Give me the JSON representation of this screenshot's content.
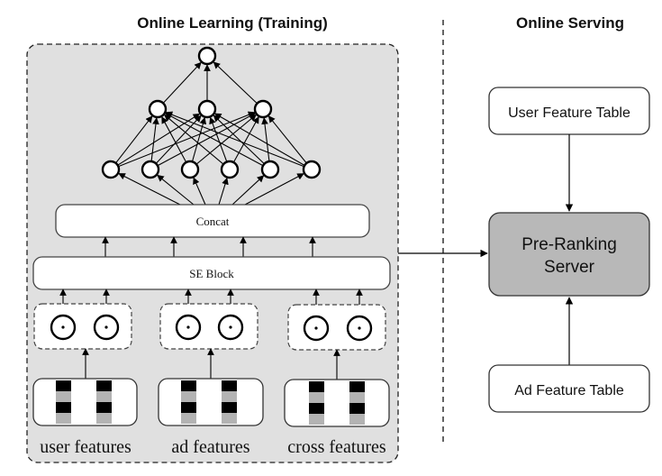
{
  "sections": {
    "training_title": "Online Learning (Training)",
    "serving_title": "Online Serving"
  },
  "training": {
    "concat_label": "Concat",
    "se_block_label": "SE Block",
    "network": {
      "layers": [
        1,
        3,
        6
      ],
      "description": "fully connected layers above Concat"
    },
    "feature_groups": [
      {
        "label": "user features",
        "embedding_count": 2,
        "bar_count": 2
      },
      {
        "label": "ad features",
        "embedding_count": 2,
        "bar_count": 2
      },
      {
        "label": "cross features",
        "embedding_count": 2,
        "bar_count": 2
      }
    ]
  },
  "serving": {
    "user_table_label": "User Feature Table",
    "server_label_line1": "Pre-Ranking",
    "server_label_line2": "Server",
    "ad_table_label": "Ad Feature Table"
  },
  "colors": {
    "panel_fill": "#e0e0e0",
    "server_fill": "#b8b8b8",
    "bar_dark": "#000000",
    "bar_light": "#b3b3b3",
    "stroke": "#111111"
  }
}
